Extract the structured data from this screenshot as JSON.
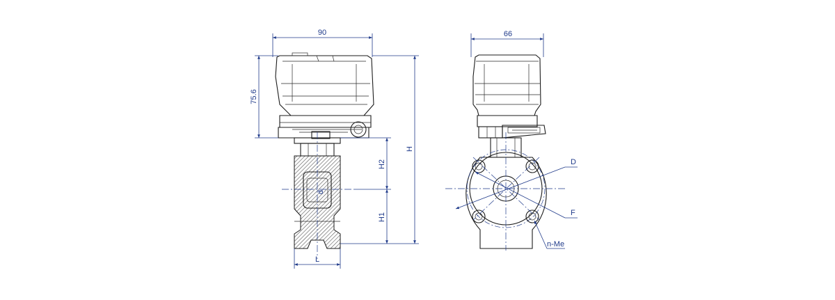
{
  "dimensions": {
    "side_width": "90",
    "front_width": "66",
    "actuator_height": "75.6",
    "total_height": "H",
    "upper_height": "H2",
    "lower_height": "H1",
    "length": "L",
    "bore": "d"
  },
  "callouts": {
    "flange_outer": "D",
    "bolt_circle": "F",
    "bolt_holes": "n-Me"
  },
  "colors": {
    "dimension_lines": "#1f3a8a",
    "outline": "#1b1b1b",
    "hatch": "#555555"
  }
}
